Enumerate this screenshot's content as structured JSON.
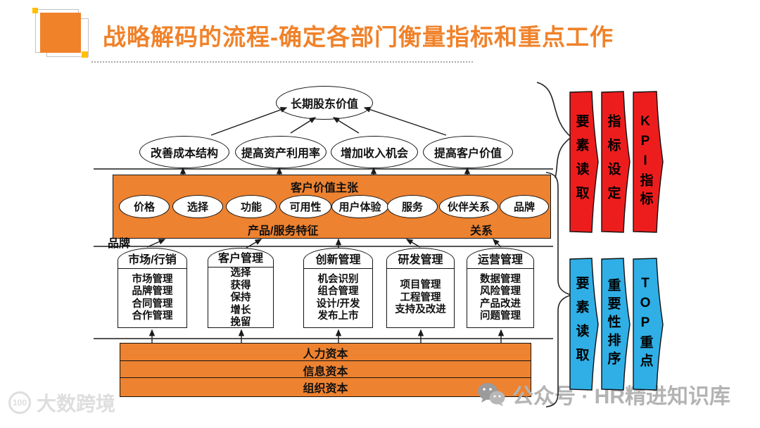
{
  "slide": {
    "title": "战略解码的流程-确定各部门衡量指标和重点工作"
  },
  "strategy_map": {
    "top_goal": "长期股东价值",
    "financial_goals": [
      "改善成本结构",
      "提高资产利用率",
      "增加收入机会",
      "提高客户价值"
    ],
    "customer_value": {
      "header": "客户价值主张",
      "attributes": [
        "价格",
        "选择",
        "功能",
        "可用性",
        "用户体验",
        "服务",
        "伙伴关系",
        "品牌"
      ],
      "group_left": "产品/服务特征",
      "group_right": "关系",
      "corner_label": "品牌"
    },
    "process_groups": [
      {
        "title": "市场/行销",
        "items": [
          "市场管理",
          "品牌管理",
          "合同管理",
          "合作管理"
        ]
      },
      {
        "title": "客户管理",
        "items": [
          "选择",
          "获得",
          "保持",
          "增长",
          "挽留"
        ]
      },
      {
        "title": "创新管理",
        "items": [
          "机会识别",
          "组合管理",
          "设计/开发",
          "发布上市"
        ]
      },
      {
        "title": "研发管理",
        "items": [
          "项目管理",
          "工程管理",
          "支持及改进"
        ]
      },
      {
        "title": "运营管理",
        "items": [
          "数据管理",
          "风险管理",
          "产品改进",
          "问题管理"
        ]
      }
    ],
    "capitals": [
      "人力资本",
      "信息资本",
      "组织资本"
    ]
  },
  "right_panel": {
    "kpi_steps": [
      "要素读取",
      "指标设定",
      "KPI指标"
    ],
    "priority_steps": [
      "要素读取",
      "重要性排序",
      "TOP重点"
    ]
  },
  "watermarks": {
    "bottom_right": "公众号 · HR精进知识库",
    "bottom_left_logo": "大数跨境",
    "logo_badge": "100"
  },
  "colors": {
    "accent_orange": "#ED8230",
    "title_orange": "#F0822A",
    "step_red": "#EE1D1D",
    "step_blue": "#2FAFE6",
    "handle_yellow": "#FFC000"
  }
}
